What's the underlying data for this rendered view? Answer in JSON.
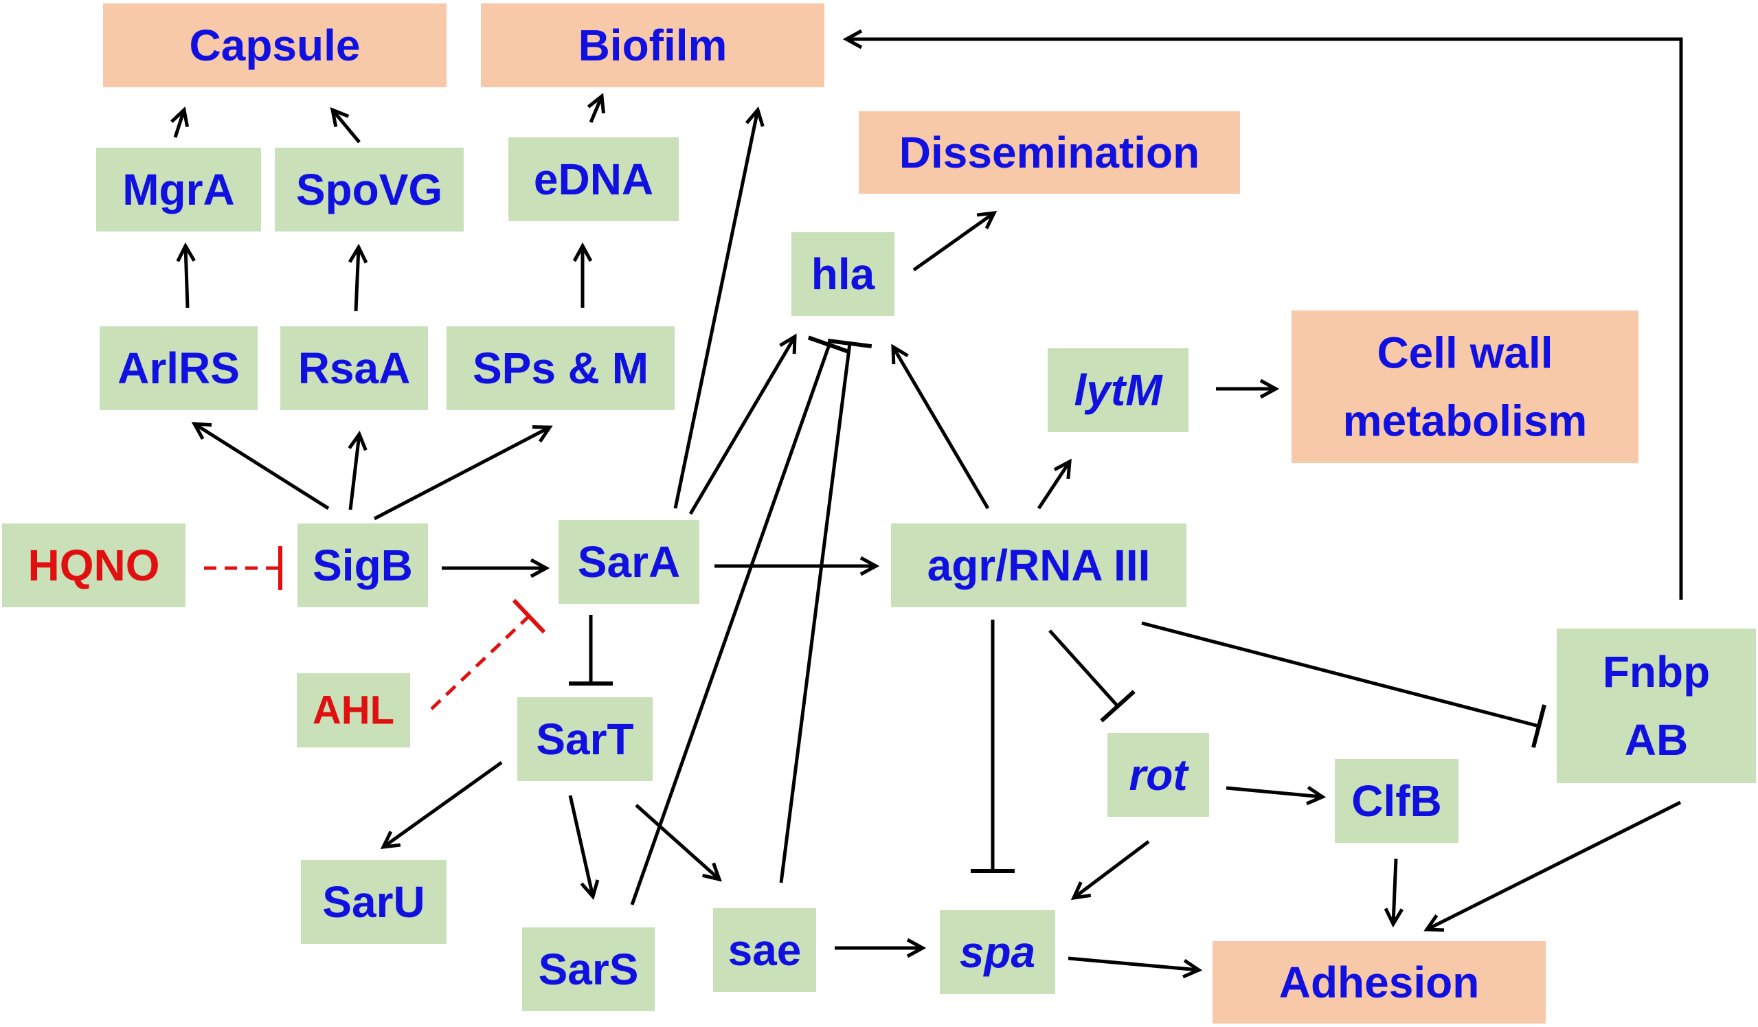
{
  "colors": {
    "gene_box": "#c9e0b8",
    "outcome_box": "#f7c9a9",
    "gene_text": "#1010e0",
    "signal_text": "#e01010",
    "edge": "#000000",
    "inhibitor_edge": "#e01010"
  },
  "nodes": {
    "capsule": {
      "label": "Capsule",
      "kind": "outcome"
    },
    "biofilm": {
      "label": "Biofilm",
      "kind": "outcome"
    },
    "dissemination": {
      "label": "Dissemination",
      "kind": "outcome"
    },
    "cellwall": {
      "label": "Cell wall metabolism",
      "lines": [
        "Cell wall",
        "metabolism"
      ],
      "kind": "outcome"
    },
    "adhesion": {
      "label": "Adhesion",
      "kind": "outcome"
    },
    "mgra": {
      "label": "MgrA",
      "kind": "gene"
    },
    "spovg": {
      "label": "SpoVG",
      "kind": "gene"
    },
    "edna": {
      "label": "eDNA",
      "kind": "gene"
    },
    "hla": {
      "label": "hla",
      "kind": "gene"
    },
    "arlrs": {
      "label": "ArlRS",
      "kind": "gene"
    },
    "rsaa": {
      "label": "RsaA",
      "kind": "gene"
    },
    "spsm": {
      "label": "SPs & M",
      "kind": "gene"
    },
    "lytm": {
      "label": "lytM",
      "kind": "gene",
      "italic": true
    },
    "hqno": {
      "label": "HQNO",
      "kind": "signal"
    },
    "sigb": {
      "label": "SigB",
      "kind": "gene"
    },
    "sara": {
      "label": "SarA",
      "kind": "gene"
    },
    "agr": {
      "label": "agr/RNA III",
      "kind": "gene"
    },
    "ahl": {
      "label": "AHL",
      "kind": "signal"
    },
    "sart": {
      "label": "SarT",
      "kind": "gene"
    },
    "fnbp": {
      "label": "Fnbp AB",
      "lines": [
        "Fnbp",
        "AB"
      ],
      "kind": "gene"
    },
    "rot": {
      "label": "rot",
      "kind": "gene",
      "italic": true
    },
    "clfb": {
      "label": "ClfB",
      "kind": "gene"
    },
    "saru": {
      "label": "SarU",
      "kind": "gene"
    },
    "sars": {
      "label": "SarS",
      "kind": "gene"
    },
    "sae": {
      "label": "sae",
      "kind": "gene"
    },
    "spa": {
      "label": "spa",
      "kind": "gene",
      "italic": true
    }
  },
  "edges": [
    {
      "from": "mgra",
      "to": "capsule",
      "type": "activate"
    },
    {
      "from": "spovg",
      "to": "capsule",
      "type": "activate"
    },
    {
      "from": "edna",
      "to": "biofilm",
      "type": "activate"
    },
    {
      "from": "arlrs",
      "to": "mgra",
      "type": "activate"
    },
    {
      "from": "rsaa",
      "to": "spovg",
      "type": "activate"
    },
    {
      "from": "spsm",
      "to": "edna",
      "type": "activate"
    },
    {
      "from": "sigb",
      "to": "arlrs",
      "type": "activate"
    },
    {
      "from": "sigb",
      "to": "rsaa",
      "type": "activate"
    },
    {
      "from": "sigb",
      "to": "spsm",
      "type": "activate"
    },
    {
      "from": "hqno",
      "to": "sigb",
      "type": "inhibit",
      "style": "dashed"
    },
    {
      "from": "ahl",
      "to": "sara",
      "type": "inhibit",
      "style": "dashed"
    },
    {
      "from": "sigb",
      "to": "sara",
      "type": "activate"
    },
    {
      "from": "sara",
      "to": "agr",
      "type": "activate"
    },
    {
      "from": "sara",
      "to": "biofilm",
      "type": "activate"
    },
    {
      "from": "sara",
      "to": "hla",
      "type": "activate"
    },
    {
      "from": "sara",
      "to": "sart",
      "type": "inhibit"
    },
    {
      "from": "hla",
      "to": "dissemination",
      "type": "activate"
    },
    {
      "from": "agr",
      "to": "hla",
      "type": "activate"
    },
    {
      "from": "agr",
      "to": "lytm",
      "type": "activate"
    },
    {
      "from": "lytm",
      "to": "cellwall",
      "type": "activate"
    },
    {
      "from": "agr",
      "to": "rot",
      "type": "inhibit"
    },
    {
      "from": "agr",
      "to": "spa",
      "type": "inhibit"
    },
    {
      "from": "agr",
      "to": "fnbp",
      "type": "inhibit"
    },
    {
      "from": "fnbp",
      "to": "biofilm",
      "type": "activate"
    },
    {
      "from": "fnbp",
      "to": "adhesion",
      "type": "activate"
    },
    {
      "from": "rot",
      "to": "clfb",
      "type": "activate"
    },
    {
      "from": "rot",
      "to": "spa",
      "type": "activate"
    },
    {
      "from": "clfb",
      "to": "adhesion",
      "type": "activate"
    },
    {
      "from": "sart",
      "to": "saru",
      "type": "activate"
    },
    {
      "from": "sart",
      "to": "sars",
      "type": "activate"
    },
    {
      "from": "sart",
      "to": "sae",
      "type": "activate"
    },
    {
      "from": "sars",
      "to": "hla",
      "type": "inhibit"
    },
    {
      "from": "sae",
      "to": "hla",
      "type": "inhibit"
    },
    {
      "from": "sae",
      "to": "spa",
      "type": "activate"
    },
    {
      "from": "spa",
      "to": "adhesion",
      "type": "activate"
    }
  ]
}
